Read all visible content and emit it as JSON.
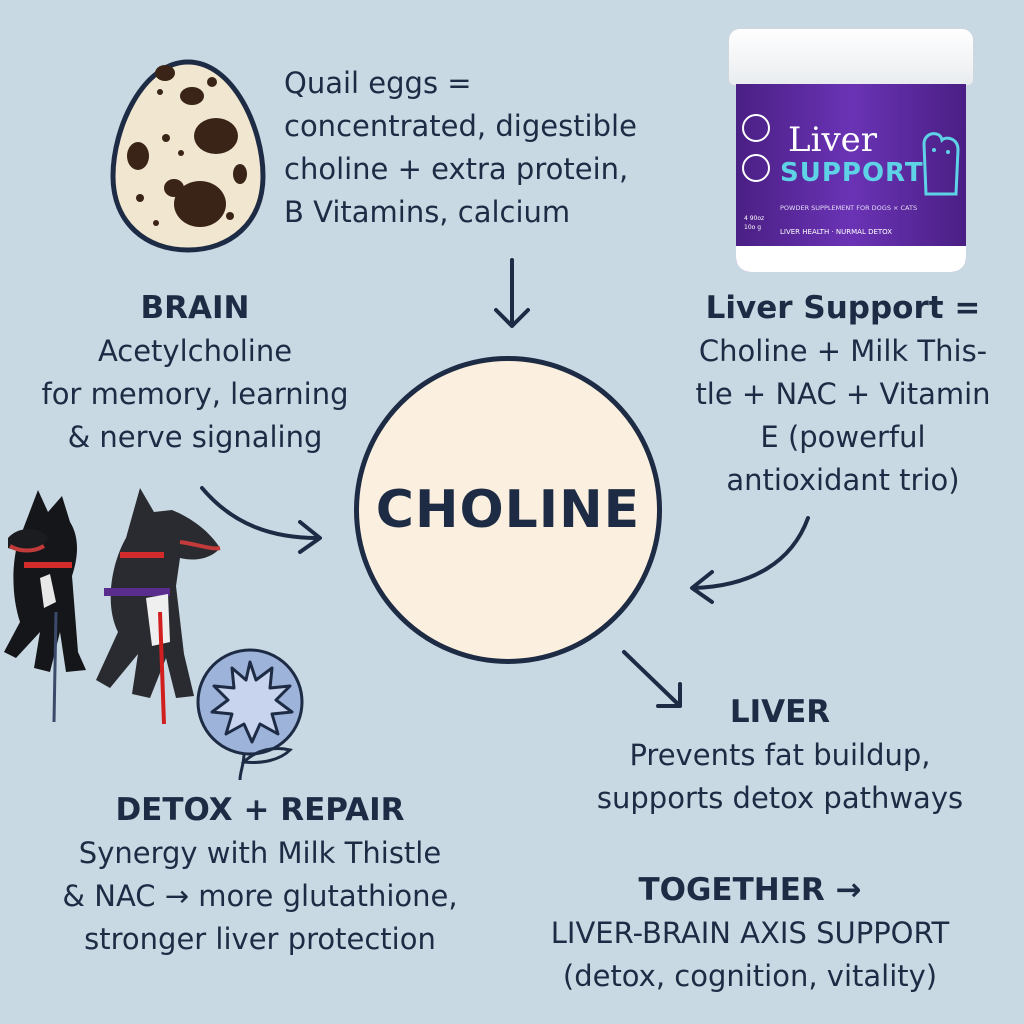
{
  "center": {
    "label": "CHOLINE"
  },
  "quail": {
    "lines": [
      "Quail eggs =",
      "concentrated, digestible",
      "choline + extra protein,",
      "B Vitamins, calcium"
    ]
  },
  "brain": {
    "heading": "BRAIN",
    "lines": [
      "Acetylcholine",
      "for memory, learning",
      "& nerve signaling"
    ]
  },
  "liver_support": {
    "heading": "Liver Support =",
    "lines": [
      "Choline + Milk This-",
      "tle + NAC + Vitamin",
      "E (powerful",
      "antioxidant trio)"
    ]
  },
  "liver": {
    "heading": "LIVER",
    "lines": [
      "Prevents fat buildup,",
      "supports detox pathways"
    ]
  },
  "detox": {
    "heading": "DETOX + REPAIR",
    "lines": [
      "Synergy with Milk Thistle",
      "& NAC → more glutathione,",
      "stronger liver protection"
    ]
  },
  "together": {
    "heading": "TOGETHER →",
    "lines": [
      "LIVER-BRAIN AXIS SUPPORT",
      "(detox, cognition, vitality)"
    ]
  },
  "product": {
    "title_1": "Liver",
    "title_2": "SUPPORT",
    "subtitle": "POWDER SUPPLEMENT FOR DOGS × CATS",
    "tagline": "LIVER HEALTH · NURMAL DETOX",
    "weight": "4 90oz\n10o g"
  },
  "icons": [
    "quail-egg-icon",
    "flower-icon",
    "dogs-photo",
    "product-jar",
    "down-arrow-icon"
  ],
  "colors": {
    "background": "#c9d9e3",
    "ink": "#1d2b44",
    "circle_fill": "#fbf0df",
    "jar_purple": "#5b2a9e",
    "jar_teal": "#5fd3e6",
    "flower_fill": "#9db3da"
  }
}
